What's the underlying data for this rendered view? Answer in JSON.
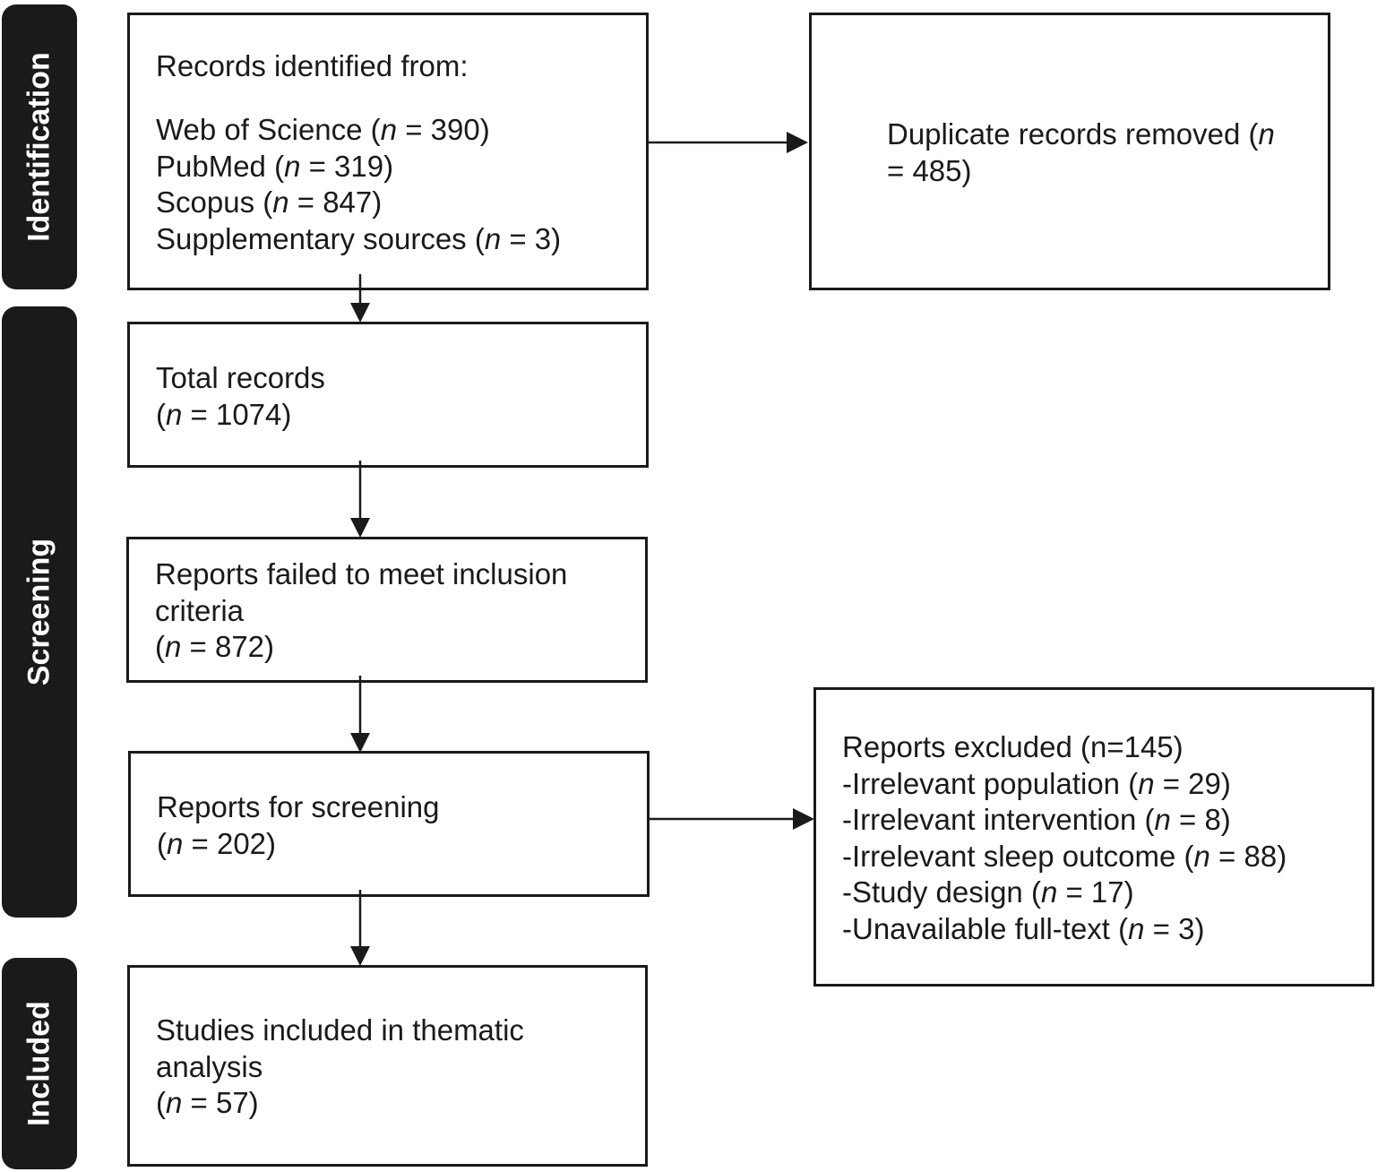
{
  "phases": {
    "identification": "Identification",
    "screening": "Screening",
    "included": "Included"
  },
  "n_symbol": "n",
  "boxes": {
    "records_identified": {
      "heading": "Records identified from:",
      "sources": [
        {
          "pre": "Web of Science (",
          "post": " = 390)"
        },
        {
          "pre": "PubMed (",
          "post": " = 319)"
        },
        {
          "pre": "Scopus (",
          "post": " = 847)"
        },
        {
          "pre": "Supplementary sources (",
          "post": " = 3)"
        }
      ]
    },
    "duplicates_removed": {
      "line1": "Duplicate records removed (",
      "line2": "= 485)"
    },
    "total_records": {
      "line1": "Total records",
      "count": {
        "pre": "(",
        "post": " = 1074)"
      }
    },
    "failed_inclusion": {
      "line1": "Reports failed to meet inclusion",
      "line2": "criteria",
      "count": {
        "pre": "(",
        "post": " = 872)"
      }
    },
    "reports_screening": {
      "line1": "Reports for screening",
      "count": {
        "pre": "(",
        "post": " = 202)"
      }
    },
    "reports_excluded": {
      "heading": "Reports excluded (n=145)",
      "reasons": [
        {
          "pre": "-Irrelevant population (",
          "post": " = 29)"
        },
        {
          "pre": "-Irrelevant intervention (",
          "post": " = 8)"
        },
        {
          "pre": "-Irrelevant sleep outcome (",
          "post": " = 88)"
        },
        {
          "pre": "-Study design (",
          "post": " = 17)"
        },
        {
          "pre": "-Unavailable full-text (",
          "post": " = 3)"
        }
      ]
    },
    "studies_included": {
      "line1": "Studies included in thematic",
      "line2": "analysis",
      "count": {
        "pre": "(",
        "post": " = 57)"
      }
    }
  },
  "colors": {
    "ink": "#1a1a1a",
    "background": "#ffffff",
    "phase_text": "#ffffff"
  }
}
